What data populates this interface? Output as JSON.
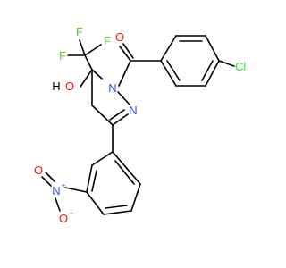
{
  "colors": {
    "background": "#ffffff",
    "bond": "#000000",
    "oxygen": "#ff0d0d",
    "nitrogen": "#3050f8",
    "fluorine": "#66cc33",
    "chlorine": "#1ff01f",
    "carbon_label": "#000000"
  },
  "atoms": {
    "f1": "F",
    "f2": "F",
    "f3": "F",
    "o_carbonyl": "O",
    "cl": "Cl",
    "o_hydroxyl": "O",
    "h_hydroxyl": "H",
    "n1": "N",
    "n2": "N",
    "o_nitro_top": "O",
    "o_nitro_bottom": "O",
    "n_nitro": "N",
    "plus": "+",
    "minus": "-"
  }
}
